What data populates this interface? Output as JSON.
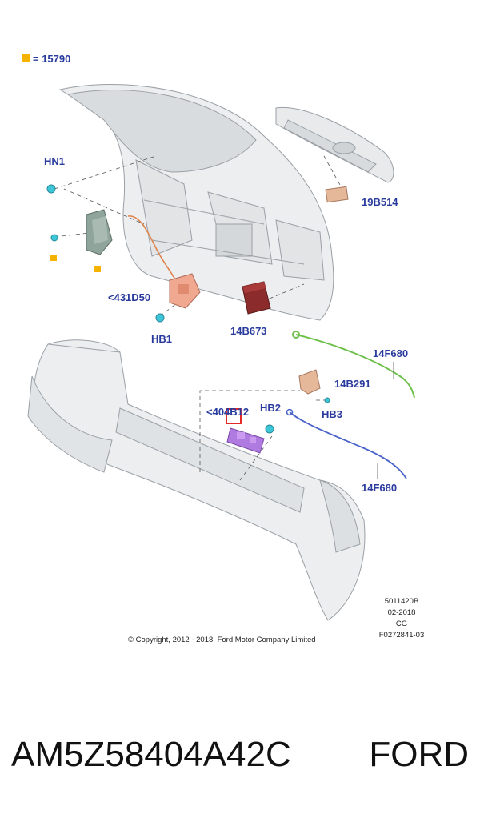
{
  "legend": {
    "symbol": "square",
    "color": "#f5b300",
    "text": "= 15790"
  },
  "callouts": {
    "hn1": "HN1",
    "b19b514": "19B514",
    "b431d50": "<431D50",
    "hb1": "HB1",
    "b14b673": "14B673",
    "f14f680_top": "14F680",
    "b14b291": "14B291",
    "hb3": "HB3",
    "hb2": "HB2",
    "b404b12": "<404B12",
    "f14f680_bottom": "14F680"
  },
  "drawing_meta": [
    "5011420B",
    "02-2018",
    "CG",
    "F0272841-03"
  ],
  "copyright": "© Copyright, 2012 - 2018, Ford Motor Company Limited",
  "footer": {
    "part_number": "AM5Z58404A42C",
    "brand": "FORD"
  },
  "colors": {
    "label": "#2a3b9e",
    "green_cable": "#6cc04a",
    "blue_cable": "#4a63c8",
    "orange_cable": "#e0834a",
    "module_dark_red": "#8b2b2b",
    "switch_purple": "#b07be0",
    "highlight_red": "#e01010",
    "clip_cyan": "#3cc6d8",
    "bracket_tan": "#e6b89a"
  }
}
